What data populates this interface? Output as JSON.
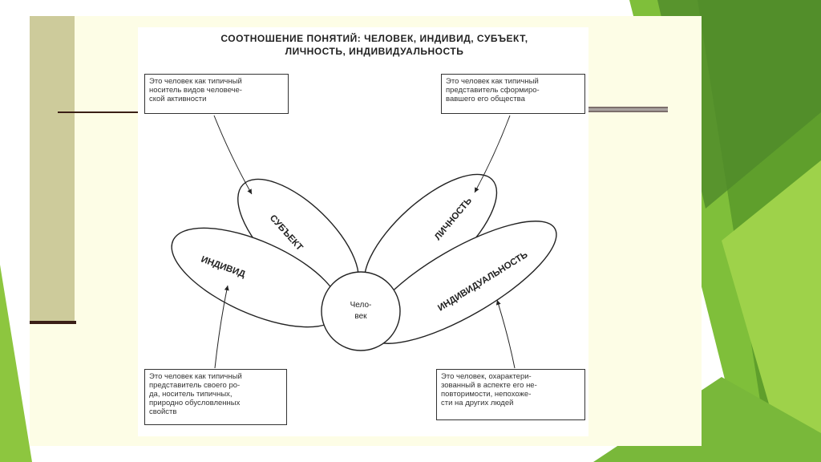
{
  "title": {
    "line1": "СООТНОШЕНИЕ ПОНЯТИЙ: ЧЕЛОВЕК, ИНДИВИД, СУБЪЕКТ,",
    "line2": "ЛИЧНОСТЬ, ИНДИВИДУАЛЬНОСТЬ"
  },
  "petals": {
    "subject": "СУБЪЕКТ",
    "individ": "ИНДИВИД",
    "lichnost": "ЛИЧНОСТЬ",
    "individualnost": "ИНДИВИДУАЛЬНОСТЬ"
  },
  "center": {
    "line1": "Чело-",
    "line2": "век"
  },
  "boxes": {
    "top_left": [
      "Это человек как типичный",
      "носитель видов человече-",
      "ской активности"
    ],
    "top_right": [
      "Это человек как типичный",
      "представитель сформиро-",
      "вавшего его общества"
    ],
    "bottom_left": [
      "Это человек как типичный",
      "представитель своего ро-",
      "да, носитель типичных,",
      "природно обусловленных",
      "свойств"
    ],
    "bottom_right": [
      "Это человек, охарактери-",
      "зованный в аспекте его не-",
      "повторимости, непохоже-",
      "сти на других людей"
    ]
  },
  "colors": {
    "slide_background": "#fdfde6",
    "sidebar": "#cdcb9b",
    "green_light": "#8dc63f",
    "green_dark": "#4f8a2a"
  }
}
